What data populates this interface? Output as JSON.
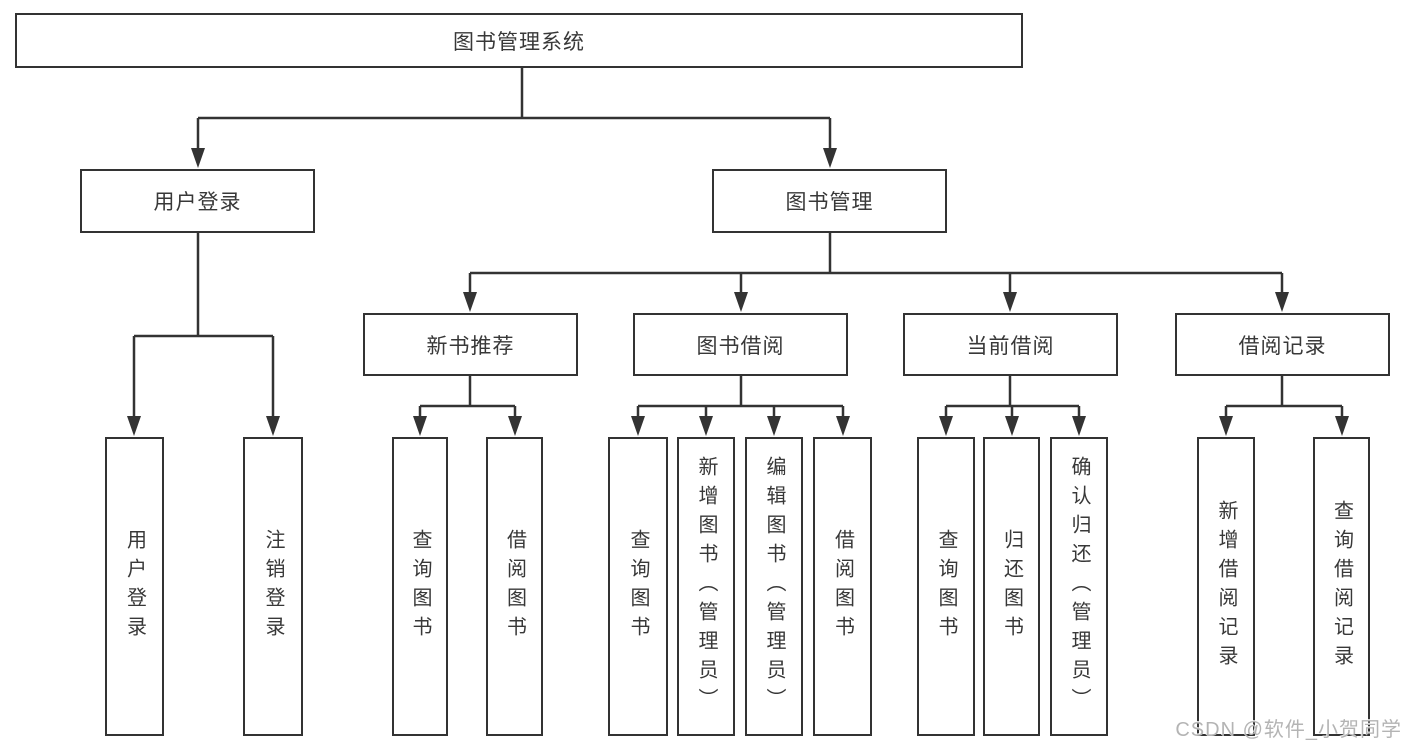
{
  "tree": {
    "root": {
      "label": "图书管理系统",
      "children": [
        {
          "label": "用户登录",
          "children": [
            {
              "label": "用户登录"
            },
            {
              "label": "注销登录"
            }
          ]
        },
        {
          "label": "图书管理",
          "children": [
            {
              "label": "新书推荐",
              "children": [
                {
                  "label": "查询图书"
                },
                {
                  "label": "借阅图书"
                }
              ]
            },
            {
              "label": "图书借阅",
              "children": [
                {
                  "label": "查询图书"
                },
                {
                  "label": "新增图书（管理员）"
                },
                {
                  "label": "编辑图书（管理员）"
                },
                {
                  "label": "借阅图书"
                }
              ]
            },
            {
              "label": "当前借阅",
              "children": [
                {
                  "label": "查询图书"
                },
                {
                  "label": "归还图书"
                },
                {
                  "label": "确认归还（管理员）"
                }
              ]
            },
            {
              "label": "借阅记录",
              "children": [
                {
                  "label": "新增借阅记录"
                },
                {
                  "label": "查询借阅记录"
                }
              ]
            }
          ]
        }
      ]
    }
  },
  "watermark": {
    "text": "CSDN @软件_小贺同学"
  },
  "colors": {
    "line": "#333333",
    "text": "#383838",
    "box_background": "#ffffff",
    "watermark": "#b4b4b4",
    "background": "#ffffff"
  }
}
